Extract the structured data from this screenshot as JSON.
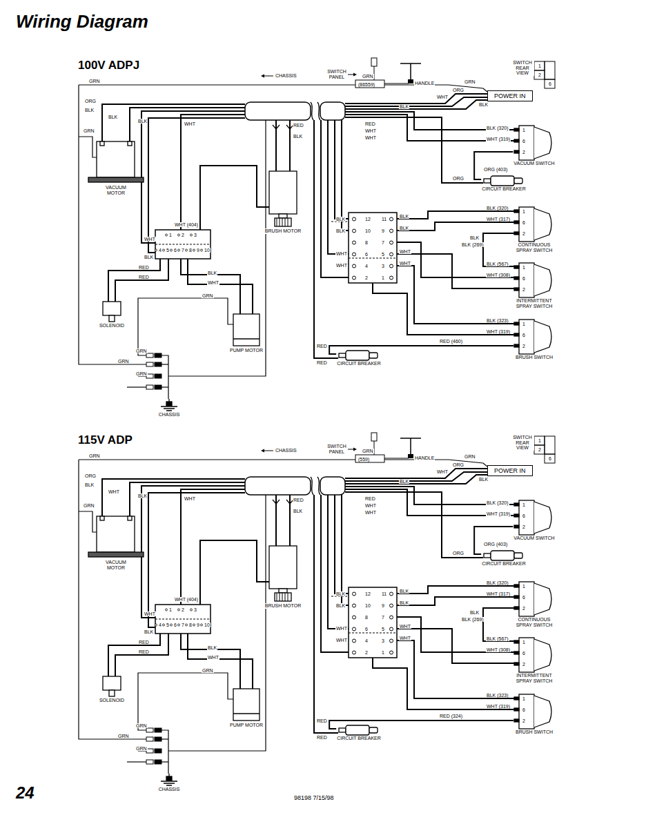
{
  "diagram": {
    "title": "Wiring Diagram",
    "nodes": [
      {
        "text": [
          "POWER IN"
        ]
      },
      {
        "text": [
          "VACUUM MOTOR"
        ]
      },
      {
        "text": [
          "VACUUM SWITCH"
        ]
      },
      {
        "text": [
          "CIRCUIT BREAKER"
        ]
      },
      {
        "text": [
          "BRUSH MOTOR"
        ]
      },
      {
        "text": [
          "CONTINUOUS SPRAY SWITCH"
        ]
      },
      {
        "text": [
          "INTERMITTENT SPRAY SWITCH"
        ]
      },
      {
        "text": [
          "SOLENOID"
        ]
      },
      {
        "text": [
          "PUMP MOTOR"
        ]
      },
      {
        "text": [
          "BRUSH SWITCH"
        ]
      },
      {
        "text": [
          "CIRCUIT BREAKER"
        ]
      },
      {
        "text": [
          "CHASSIS"
        ]
      },
      {
        "text": [
          "POWER IN"
        ]
      },
      {
        "text": [
          "VACUUM MOTOR"
        ]
      },
      {
        "text": [
          "VACUUM SWITCH"
        ]
      },
      {
        "text": [
          "CIRCUIT BREAKER"
        ]
      },
      {
        "text": [
          "BRUSH MOTOR"
        ]
      },
      {
        "text": [
          "CONTINUOUS SPRAY SWITCH"
        ]
      },
      {
        "text": [
          "INTERMITTENT SPRAY SWITCH"
        ]
      },
      {
        "text": [
          "SOLENOID"
        ]
      },
      {
        "text": [
          "PUMP MOTOR"
        ]
      },
      {
        "text": [
          "BRUSH SWITCH"
        ]
      },
      {
        "text": [
          "CIRCUIT BREAKER"
        ]
      },
      {
        "text": [
          "CHASSIS"
        ]
      }
    ],
    "edges": [
      {
        "from": 2,
        "to": 3,
        "label": "ORG (403)",
        "arrow": "none"
      },
      {
        "from": 9,
        "to": 10,
        "label": "RED (460)",
        "arrow": "none"
      },
      {
        "from": 14,
        "to": 15,
        "label": "ORG (403)",
        "arrow": "none"
      },
      {
        "from": 21,
        "to": 22,
        "label": "RED (324)",
        "arrow": "none"
      }
    ],
    "labels": [
      "100V ADPJ",
      "GRN",
      "CHASSIS",
      "SWITCH PANEL",
      "GRN",
      "(86559)",
      "HANDLE",
      "GRN",
      "SWITCH REAR VIEW",
      "1",
      "2",
      "6",
      "ORG",
      "WHT",
      "BLK",
      "BLK",
      "RED",
      "WHT",
      "WHT",
      "BLK (320)",
      "WHT (319)",
      "ORG",
      "BLK (320)",
      "WHT (317)",
      "BLK",
      "BLK (269)",
      "BLK (567)",
      "WHT (308)",
      "BLK (323)",
      "WHT (319)",
      "RED",
      "RED",
      "ORG",
      "BLK",
      "GRN",
      "BLK",
      "BLK",
      "WHT",
      "RED",
      "BLK",
      "WHT (404)",
      "WHT",
      "BLK",
      "1",
      "2",
      "3",
      "4",
      "5",
      "6",
      "7",
      "8",
      "9",
      "10",
      "RED",
      "RED",
      "BLK",
      "WHT",
      "GRN",
      "GRN",
      "GRN",
      "GRN",
      "12",
      "11",
      "10",
      "9",
      "8",
      "7",
      "6",
      "5",
      "4",
      "3",
      "2",
      "1",
      "BLK",
      "BLK",
      "BLK",
      "BLK",
      "WHT",
      "WHT",
      "WHT",
      "WHT",
      "1",
      "6",
      "2",
      "1",
      "6",
      "2",
      "1",
      "6",
      "2",
      "1",
      "6",
      "2",
      "115V ADP",
      "GRN",
      "CHASSIS",
      "SWITCH PANEL",
      "GRN",
      "(559)",
      "HANDLE",
      "GRN",
      "SWITCH REAR VIEW",
      "1",
      "2",
      "6",
      "ORG",
      "WHT",
      "BLK",
      "BLK",
      "RED",
      "WHT",
      "WHT",
      "BLK (320)",
      "WHT (319)",
      "ORG",
      "BLK (320)",
      "WHT (317)",
      "BLK",
      "BLK (269)",
      "BLK (567)",
      "WHT (308)",
      "BLK (323)",
      "WHT (319)",
      "RED",
      "RED",
      "ORG",
      "BLK",
      "GRN",
      "WHT",
      "BLK",
      "WHT",
      "RED",
      "BLK",
      "WHT (404)",
      "WHT",
      "BLK",
      "1",
      "2",
      "3",
      "4",
      "5",
      "6",
      "7",
      "8",
      "9",
      "10",
      "RED",
      "RED",
      "BLK",
      "WHT",
      "GRN",
      "GRN",
      "GRN",
      "GRN",
      "12",
      "11",
      "10",
      "9",
      "8",
      "7",
      "6",
      "5",
      "4",
      "3",
      "2",
      "1",
      "BLK",
      "BLK",
      "BLK",
      "BLK",
      "WHT",
      "WHT",
      "WHT",
      "WHT",
      "1",
      "6",
      "2",
      "1",
      "6",
      "2",
      "1",
      "6",
      "2",
      "1",
      "6",
      "2",
      "24",
      "98198 7/15/98"
    ]
  }
}
